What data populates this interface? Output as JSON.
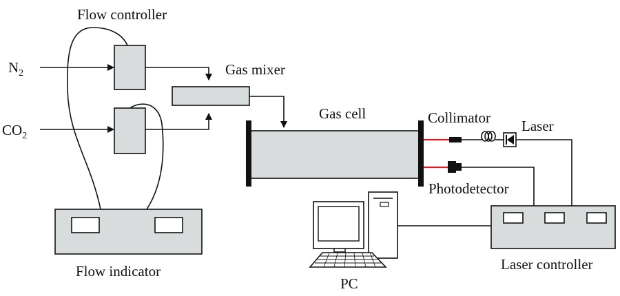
{
  "labels": {
    "flow_controller": "Flow controller",
    "n2_main": "N",
    "n2_sub": "2",
    "co2_main": "CO",
    "co2_sub": "2",
    "gas_mixer": "Gas mixer",
    "gas_cell": "Gas cell",
    "collimator": "Collimator",
    "laser": "Laser",
    "photodetector": "Photodetector",
    "flow_indicator": "Flow indicator",
    "pc": "PC",
    "laser_controller": "Laser controller"
  },
  "colors": {
    "box_fill": "#d9dcdc",
    "stroke": "#111111",
    "beam": "#d8202a"
  }
}
